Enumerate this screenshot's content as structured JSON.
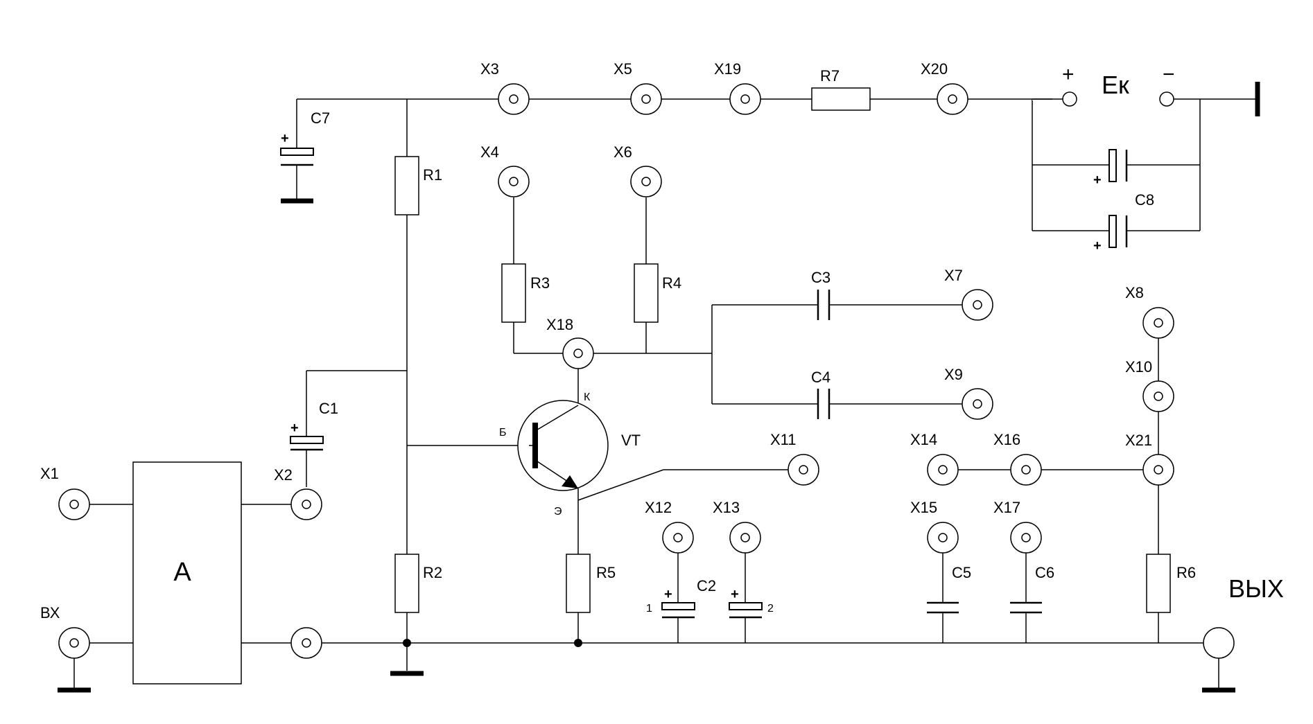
{
  "terminals": {
    "x1": "X1",
    "x2": "X2",
    "x3": "X3",
    "x4": "X4",
    "x5": "X5",
    "x6": "X6",
    "x7": "X7",
    "x8": "X8",
    "x9": "X9",
    "x10": "X10",
    "x11": "X11",
    "x12": "X12",
    "x13": "X13",
    "x14": "X14",
    "x15": "X15",
    "x16": "X16",
    "x17": "X17",
    "x18": "X18",
    "x19": "X19",
    "x20": "X20",
    "x21": "X21",
    "bx": "ВХ"
  },
  "resistors": {
    "r1": "R1",
    "r2": "R2",
    "r3": "R3",
    "r4": "R4",
    "r5": "R5",
    "r6": "R6",
    "r7": "R7"
  },
  "capacitors": {
    "c1": "C1",
    "c2": "C2",
    "c3": "C3",
    "c4": "C4",
    "c5": "C5",
    "c6": "C6",
    "c7": "C7",
    "c8": "C8"
  },
  "transistor": {
    "name": "VT",
    "base": "Б",
    "collector": "К",
    "emitter": "Э"
  },
  "amplifier_block": "A",
  "supply": {
    "label": "Ек",
    "plus": "+",
    "minus": "−"
  },
  "output_label": "ВЫХ",
  "polarity": {
    "plus": "+",
    "one": "1",
    "two": "2"
  }
}
